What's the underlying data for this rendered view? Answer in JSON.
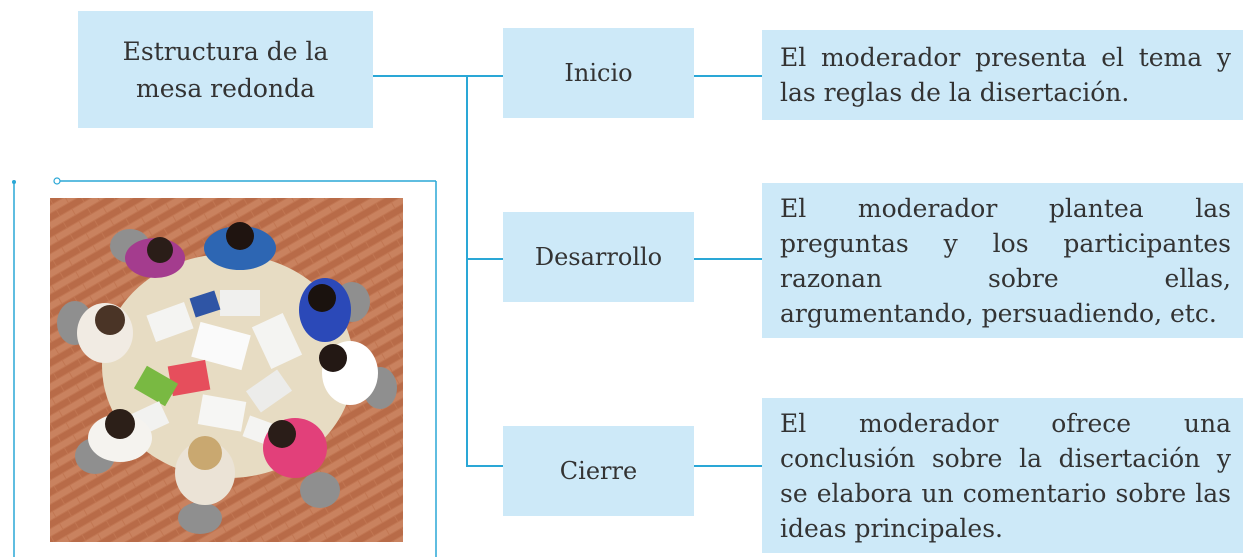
{
  "diagram": {
    "root": {
      "line1": "Estructura de la",
      "line2": "mesa redonda"
    },
    "stages": [
      {
        "label": "Inicio",
        "description": "El moderador presenta el tema y las reglas de la disertación."
      },
      {
        "label": "Desarrollo",
        "description": "El moderador plantea las preguntas y los participantes razonan sobre ellas, argumentando, persuadiendo, etc."
      },
      {
        "label": "Cierre",
        "description": "El moderador ofrece una conclusión sobre la disertación y se elabora un comentario sobre las ideas principales."
      }
    ]
  },
  "colors": {
    "box_fill": "#cde9f8",
    "connector": "#2aa7d6"
  }
}
